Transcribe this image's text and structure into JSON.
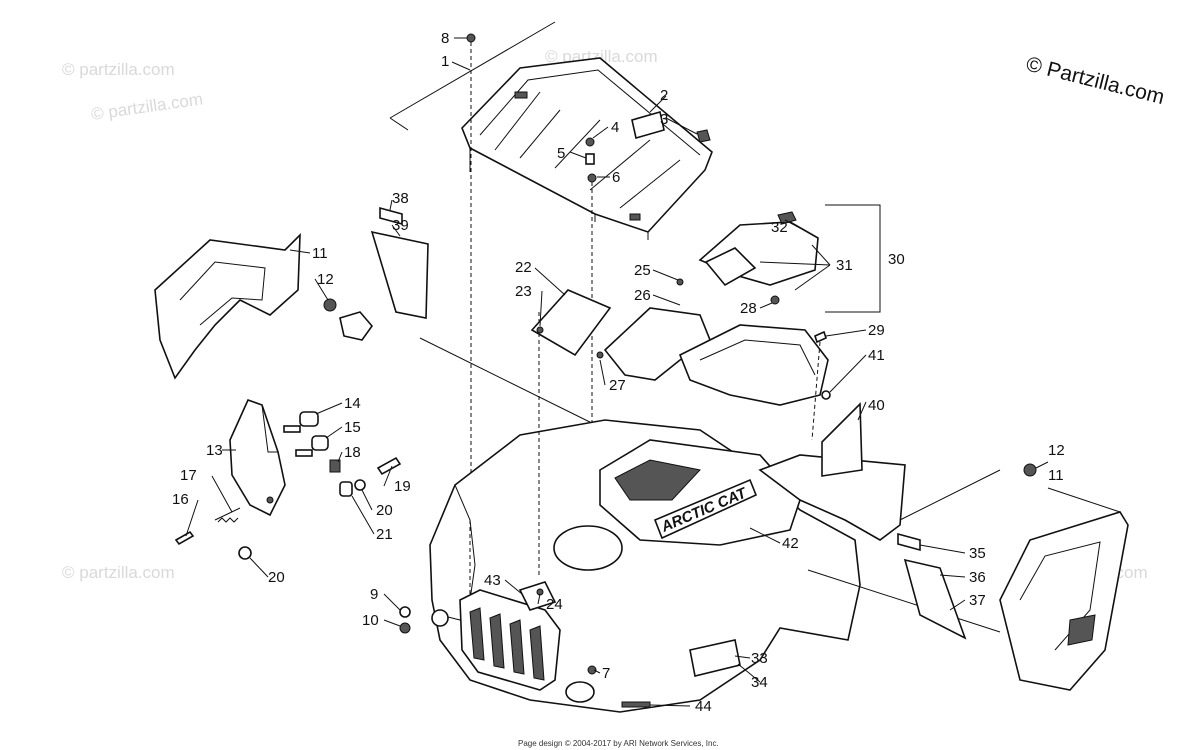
{
  "watermark": {
    "text": "© Partzilla.com",
    "short": "© partzilla.com",
    "copyright": "© Partzilla.com"
  },
  "footer": "Page design © 2004-2017 by ARI Network Services, Inc.",
  "brand_badge": "ARCTIC CAT",
  "callouts": {
    "c1": "1",
    "c2": "2",
    "c3": "3",
    "c4": "4",
    "c5": "5",
    "c6": "6",
    "c7": "7",
    "c8": "8",
    "c9": "9",
    "c10": "10",
    "c11a": "11",
    "c11b": "11",
    "c12a": "12",
    "c12b": "12",
    "c13": "13",
    "c14": "14",
    "c15": "15",
    "c16": "16",
    "c17": "17",
    "c18": "18",
    "c19": "19",
    "c20a": "20",
    "c20b": "20",
    "c21": "21",
    "c22": "22",
    "c23": "23",
    "c24": "24",
    "c25": "25",
    "c26": "26",
    "c27": "27",
    "c28": "28",
    "c29": "29",
    "c30": "30",
    "c31": "31",
    "c32": "32",
    "c33": "33",
    "c34": "34",
    "c35": "35",
    "c36": "36",
    "c37": "37",
    "c38": "38",
    "c39": "39",
    "c40": "40",
    "c41": "41",
    "c42": "42",
    "c43": "43",
    "c44": "44"
  }
}
